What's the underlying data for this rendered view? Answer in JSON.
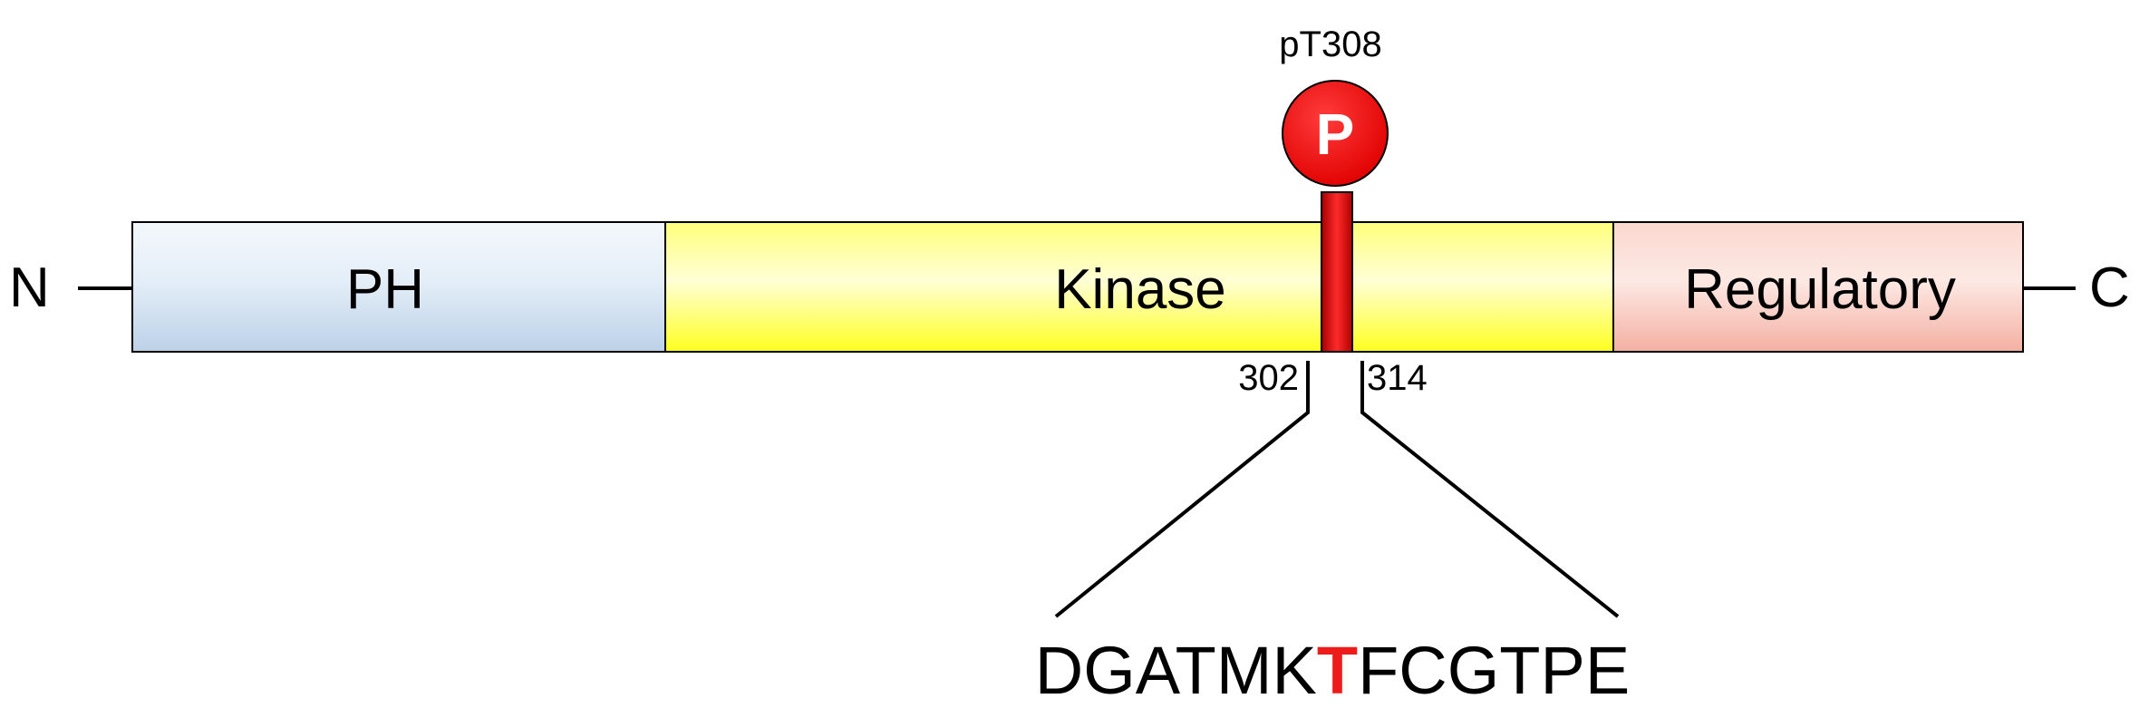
{
  "protein": {
    "n_terminus": "N",
    "c_terminus": "C",
    "domains": [
      {
        "name": "PH",
        "color_top": "#f4f8fc",
        "color_bottom": "#bcd1e8"
      },
      {
        "name": "Kinase",
        "color_top": "#ffff8a",
        "color_bottom": "#ffff22"
      },
      {
        "name": "Regulatory",
        "color_top": "#fde4dd",
        "color_bottom": "#f6b4a6"
      }
    ]
  },
  "phosphosite": {
    "label": "pT308",
    "badge": "P",
    "color": "#ee1b1b",
    "range_start": "302",
    "range_end": "314"
  },
  "sequence": {
    "before": "DGATMK",
    "highlight": "T",
    "after": "FCGTPE",
    "highlight_color": "#ee1b1b"
  }
}
